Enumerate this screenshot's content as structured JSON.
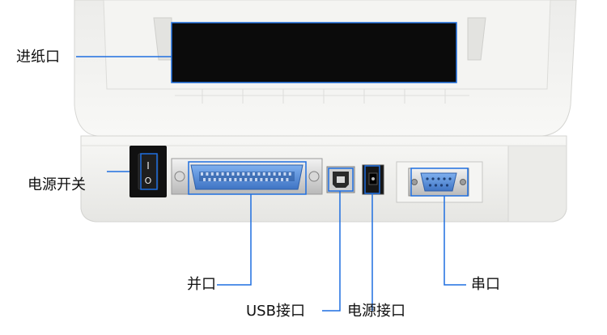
{
  "labels": {
    "paper_inlet": "进纸口",
    "power_switch": "电源开关",
    "parallel_port": "并口",
    "usb_port": "USB接口",
    "power_port": "电源接口",
    "serial_port": "串口"
  },
  "colors": {
    "callout_line": "#1f6fe0",
    "printer_body": "#f1f1ef",
    "printer_shadow": "#d9d9d6",
    "slot_black": "#0b0b0b",
    "port_blue": "#5b8fd6",
    "label_text": "#111111"
  },
  "switch": {
    "top_symbol": "I",
    "bottom_symbol": "O"
  }
}
